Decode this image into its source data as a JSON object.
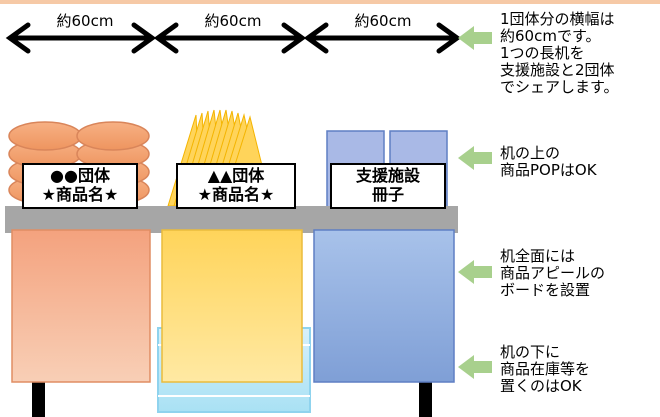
{
  "dimension_labels": [
    "約60cm",
    "約60cm",
    "約60cm"
  ],
  "signs": {
    "group1": {
      "line1": "●●団体",
      "line2": "★商品名★"
    },
    "group2": {
      "line1": "▲▲団体",
      "line2": "★商品名★"
    },
    "support": {
      "line1": "支援施設",
      "line2": "冊子"
    }
  },
  "notes": {
    "width": [
      "1団体分の横幅は",
      "約60cmです。",
      "1つの長机を",
      "支援施設と2団体",
      "でシェアします。"
    ],
    "pop": [
      "机の上の",
      "商品POPはOK"
    ],
    "board": [
      "机全面には",
      "商品アピールの",
      "ボードを設置"
    ],
    "stock": [
      "机の下に",
      "商品在庫等を",
      "置くのはOK"
    ]
  },
  "colors": {
    "arrow": "#a8d08d",
    "panel_orange": "#f4b28f",
    "panel_yellow": "#ffd966",
    "panel_blue": "#8eaadb",
    "table_top": "#a6a6a6"
  }
}
